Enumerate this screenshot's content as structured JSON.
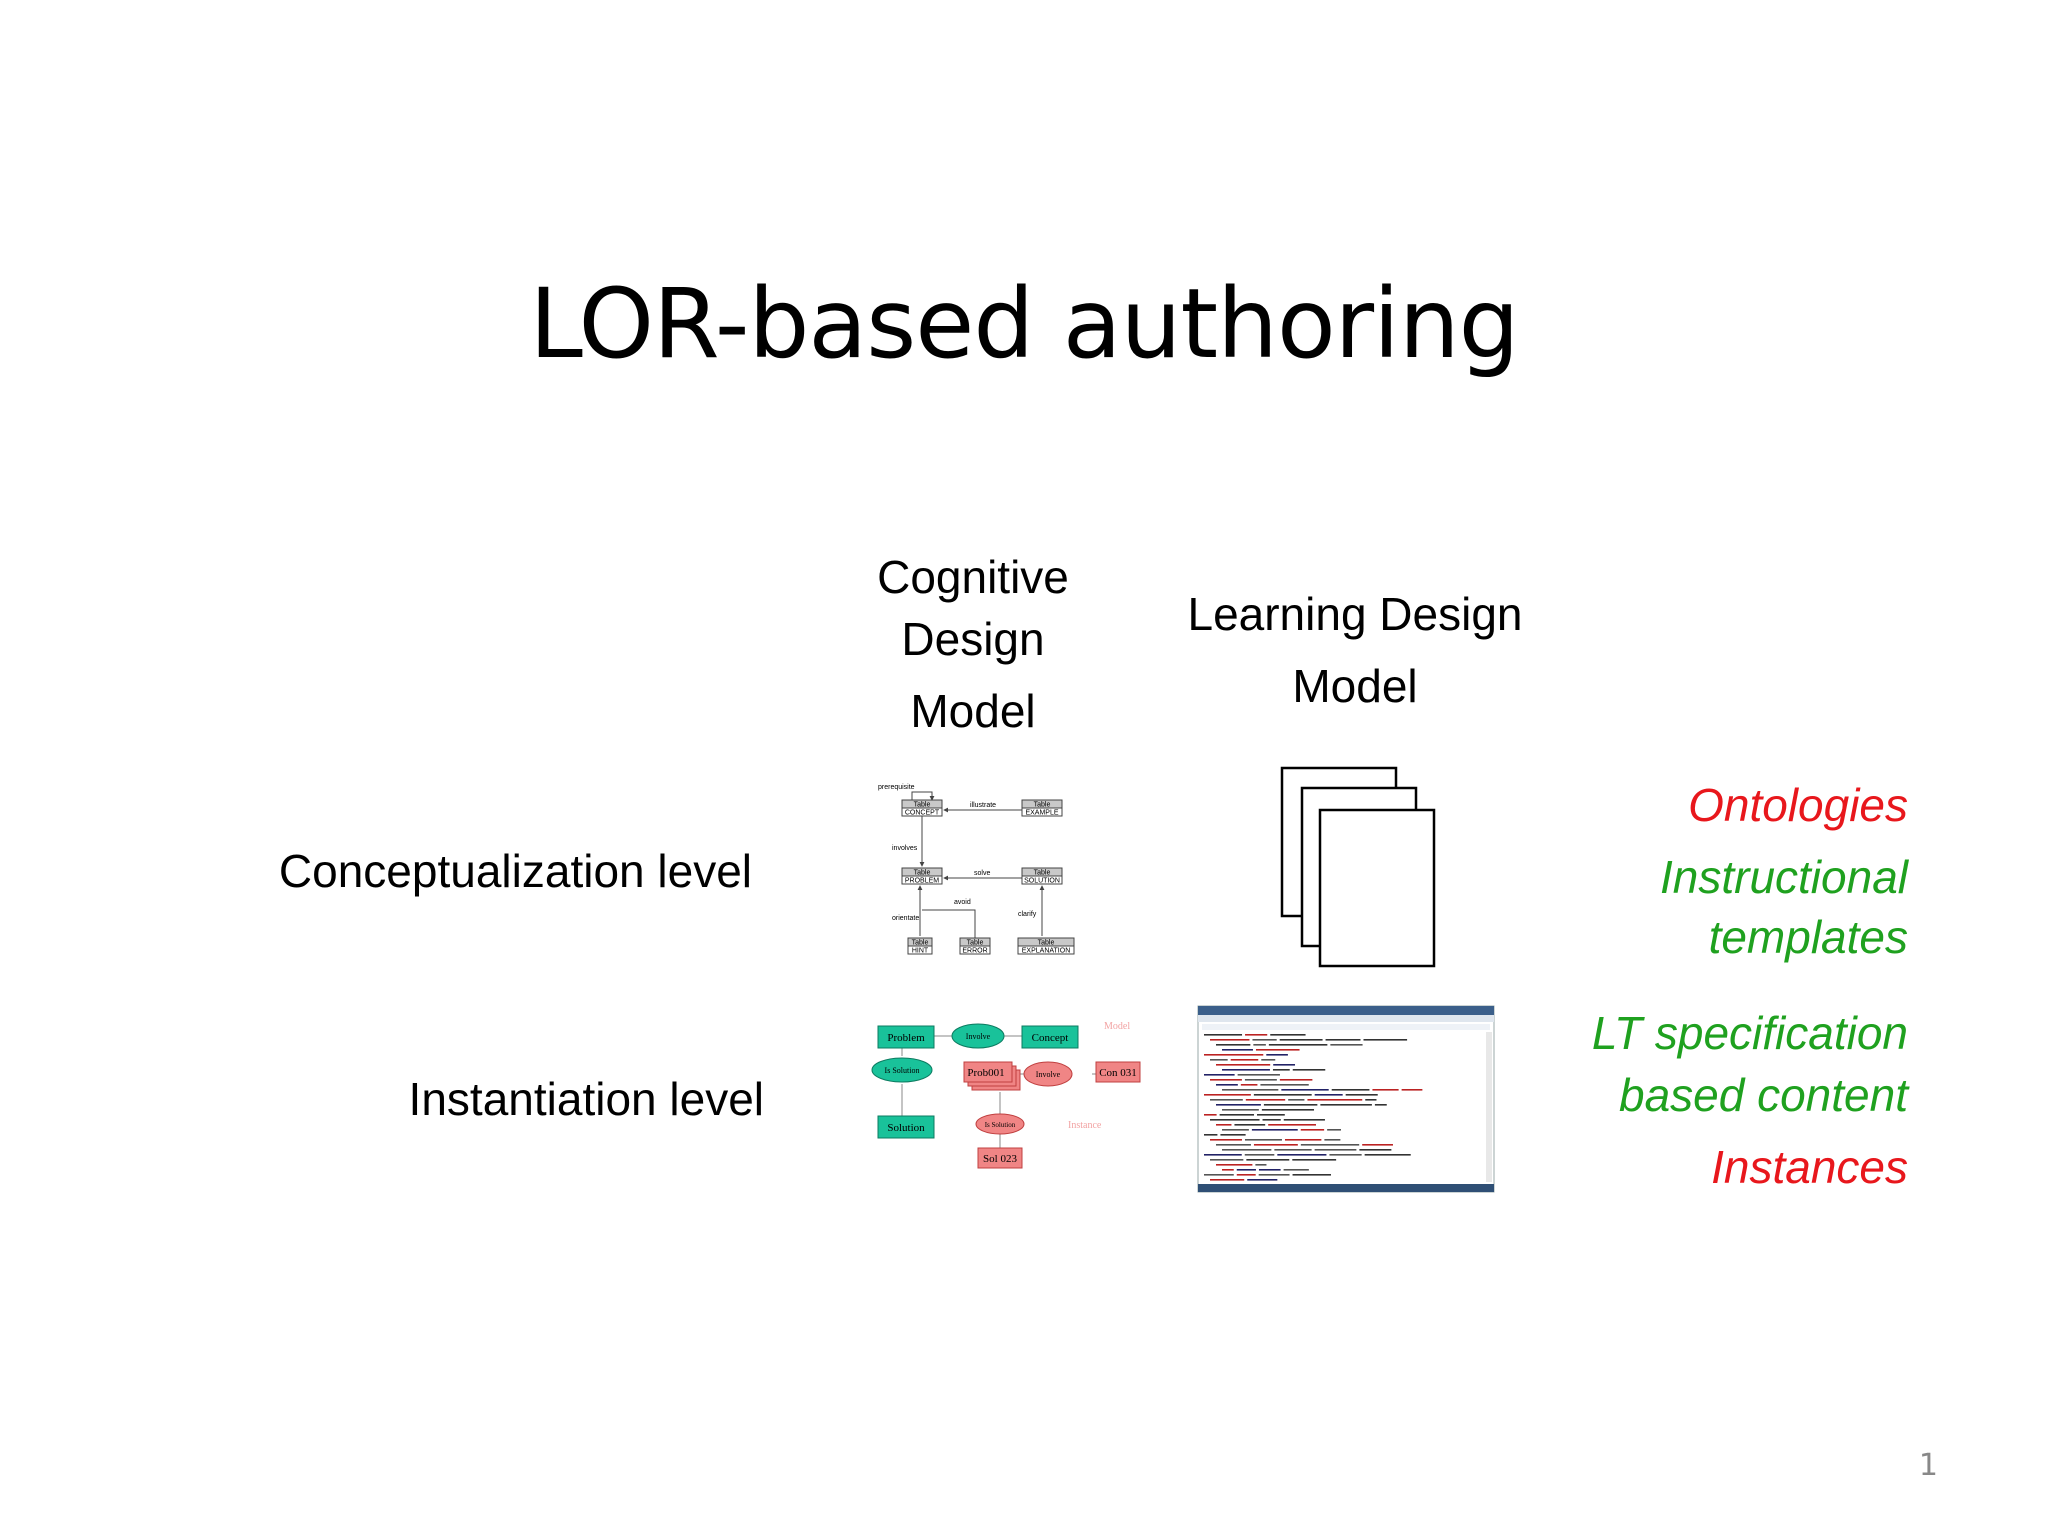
{
  "title": "LOR-based authoring",
  "columns": {
    "cognitive": {
      "line1": "Cognitive",
      "line2": "Design",
      "line3": "Model"
    },
    "learning": {
      "line1": "Learning Design",
      "line2": "Model"
    }
  },
  "rows": {
    "conceptualization": "Conceptualization level",
    "instantiation": "Instantiation level"
  },
  "right_labels": {
    "ontologies": "Ontologies",
    "instructional_1": "Instructional",
    "instructional_2": "templates",
    "lt_1": "LT specification",
    "lt_2": "based content",
    "instances": "Instances"
  },
  "colors": {
    "red": "#e8171c",
    "green": "#1fa11f",
    "teal": "#19c29a",
    "salmon": "#f08585"
  },
  "uml": {
    "tables": [
      {
        "header": "Table",
        "name": "CONCEPT"
      },
      {
        "header": "Table",
        "name": "EXAMPLE"
      },
      {
        "header": "Table",
        "name": "PROBLEM"
      },
      {
        "header": "Table",
        "name": "SOLUTION"
      },
      {
        "header": "Table",
        "name": "HINT"
      },
      {
        "header": "Table",
        "name": "ERROR"
      },
      {
        "header": "Table",
        "name": "EXPLANATION"
      }
    ],
    "edges": {
      "prerequisite": "prerequisite",
      "illustrate": "illustrate",
      "involves": "involves",
      "solve": "solve",
      "avoid": "avoid",
      "orientate": "orientate",
      "clarify": "clarify"
    }
  },
  "instance_diagram": {
    "problem": "Problem",
    "involve": "Involve",
    "concept": "Concept",
    "model": "Model",
    "is_solution": "Is Solution",
    "prob001": "Prob001",
    "involve2": "Involve",
    "con031": "Con 031",
    "is_solution2": "Is Solution",
    "instance": "Instance",
    "solution": "Solution",
    "sol023": "Sol 023"
  },
  "page_number": "1"
}
